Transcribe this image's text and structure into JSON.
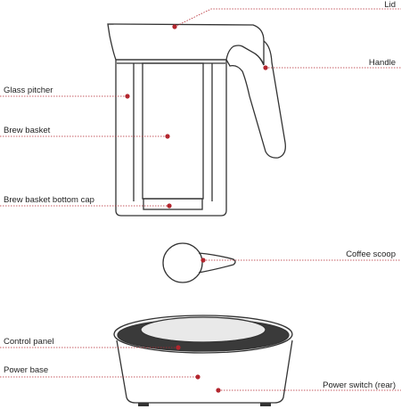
{
  "labels": {
    "lid": "Lid",
    "handle": "Handle",
    "glass_pitcher": "Glass pitcher",
    "brew_basket": "Brew basket",
    "brew_basket_bottom_cap": "Brew basket bottom cap",
    "coffee_scoop": "Coffee scoop",
    "control_panel": "Control panel",
    "power_base": "Power base",
    "power_switch": "Power switch (rear)"
  },
  "colors": {
    "outline": "#333333",
    "leader_line": "#b3262e",
    "leader_dot": "#b3262e",
    "panel_gray": "#e9e9e9",
    "text": "#222222"
  }
}
